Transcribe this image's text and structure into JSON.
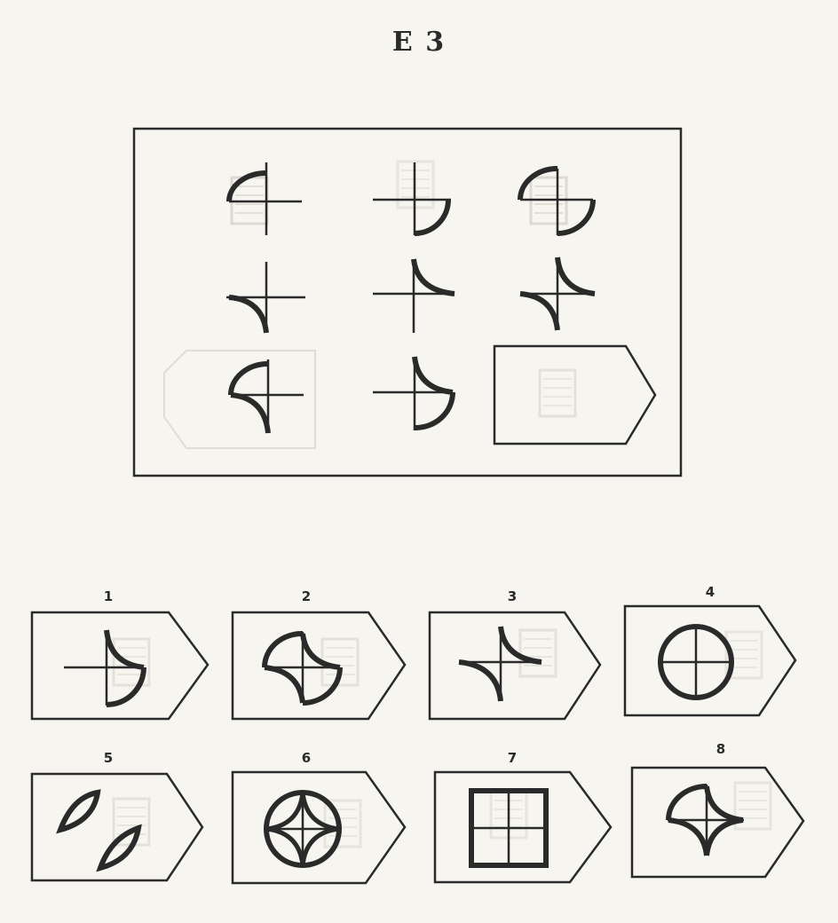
{
  "page": {
    "title": "E 3"
  },
  "matrix": {
    "cells": [
      {
        "row": 1,
        "col": 1,
        "content": "quarter-top-left"
      },
      {
        "row": 1,
        "col": 2,
        "content": "quarter-bottom-right"
      },
      {
        "row": 1,
        "col": 3,
        "content": "quarters-top-left-bottom-right"
      },
      {
        "row": 2,
        "col": 1,
        "content": "concave-bottom-left"
      },
      {
        "row": 2,
        "col": 2,
        "content": "concave-top-right"
      },
      {
        "row": 2,
        "col": 3,
        "content": "concave-top-right-bottom-left"
      },
      {
        "row": 3,
        "col": 1,
        "content": "quarter-top-left-concave-bottom-left"
      },
      {
        "row": 3,
        "col": 2,
        "content": "concave-top-right-quarter-bottom-right"
      },
      {
        "row": 3,
        "col": 3,
        "content": "empty-answer-slot"
      }
    ]
  },
  "options": [
    {
      "number": "1"
    },
    {
      "number": "2"
    },
    {
      "number": "3"
    },
    {
      "number": "4"
    },
    {
      "number": "5"
    },
    {
      "number": "6"
    },
    {
      "number": "7"
    },
    {
      "number": "8"
    }
  ],
  "colors": {
    "ink": "#2a2a2a",
    "paper": "#f7f5ef",
    "ghost": "#dcd9d0"
  }
}
